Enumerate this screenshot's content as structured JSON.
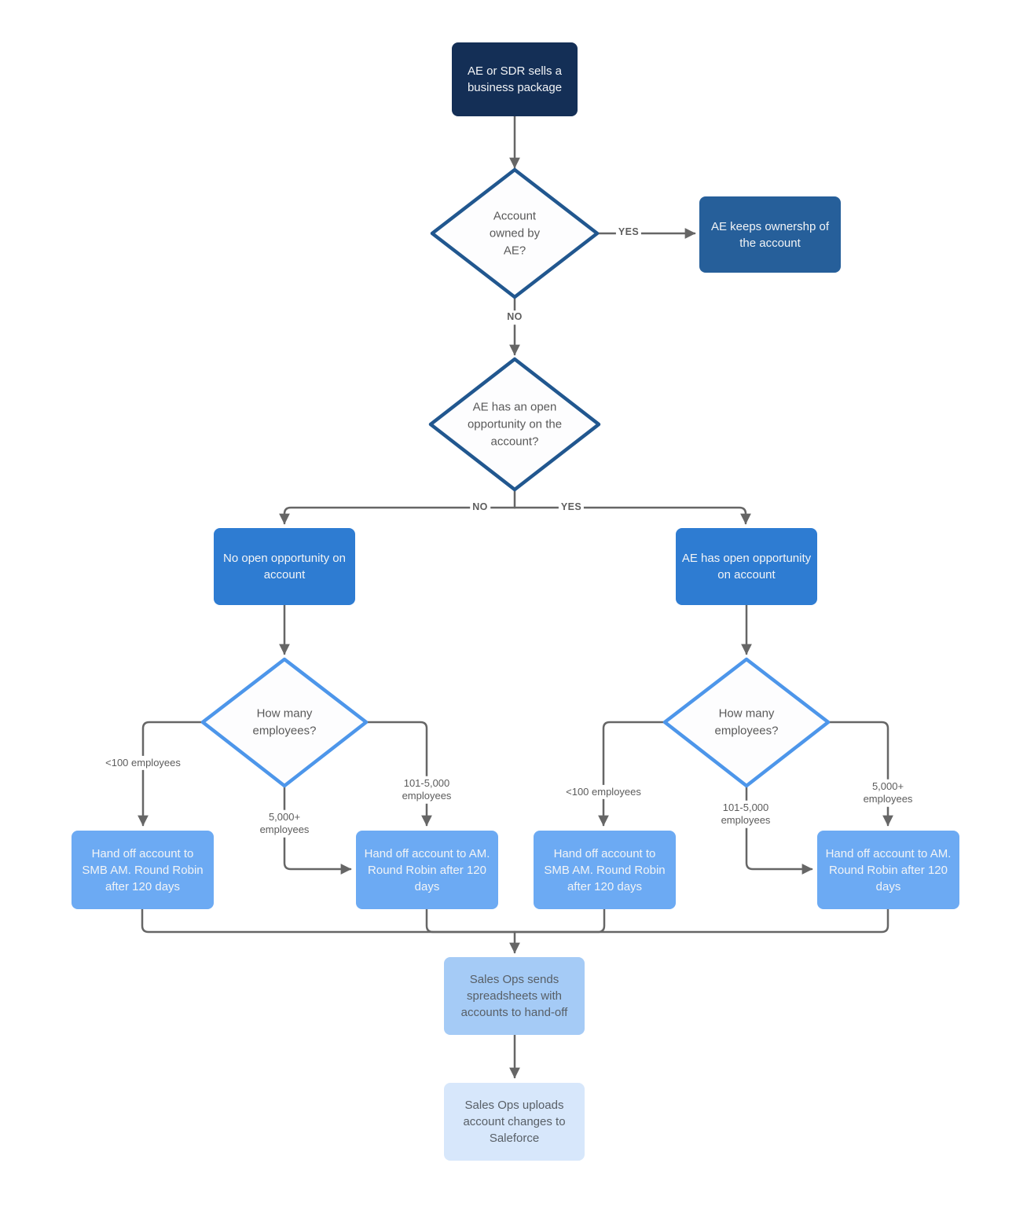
{
  "colors": {
    "background": "#ffffff",
    "connector": "#666666",
    "diamond_fill": "#fdfdfe",
    "diamond_stroke_dark": "#21578f",
    "diamond_stroke_light": "#4d96ea",
    "start_bg": "#142f56",
    "keep_bg": "#265f9a",
    "branch_bg": "#2e7cd2",
    "handoff_bg": "#6caaf3",
    "sales_send_bg": "#a5cbf6",
    "sales_upload_bg": "#d7e7fb"
  },
  "nodes": {
    "start": {
      "label": "AE or SDR sells a business package"
    },
    "decision_account_owned": {
      "label": "Account owned by AE?"
    },
    "ae_keeps_ownership": {
      "label": "AE keeps ownershp of the account"
    },
    "decision_open_opportunity": {
      "label": "AE has an open opportunity on the account?"
    },
    "no_open_opportunity": {
      "label": "No open opportunity on account"
    },
    "has_open_opportunity": {
      "label": "AE has open opportunity on account"
    },
    "decision_employees_left": {
      "label": "How many employees?"
    },
    "decision_employees_right": {
      "label": "How many employees?"
    },
    "handoff_smb_left": {
      "label": "Hand off account to SMB AM. Round Robin after 120 days"
    },
    "handoff_am_left": {
      "label": "Hand off account to AM. Round Robin after 120 days"
    },
    "handoff_smb_right": {
      "label": "Hand off account to SMB AM. Round Robin after 120 days"
    },
    "handoff_am_right": {
      "label": "Hand off account to AM. Round Robin after 120 days"
    },
    "sales_ops_send": {
      "label": "Sales Ops sends spreadsheets with accounts to hand-off"
    },
    "sales_ops_upload": {
      "label": "Sales Ops uploads account changes to Saleforce"
    }
  },
  "edge_labels": {
    "yes_owned": "YES",
    "no_owned": "NO",
    "no_open": "NO",
    "yes_open": "YES",
    "lt100_left": "<100 employees",
    "mid_left": "101-5,000 employees",
    "big_left": "5,000+ employees",
    "lt100_right": "<100 employees",
    "mid_right": "101-5,000 employees",
    "big_right": "5,000+ employees"
  }
}
